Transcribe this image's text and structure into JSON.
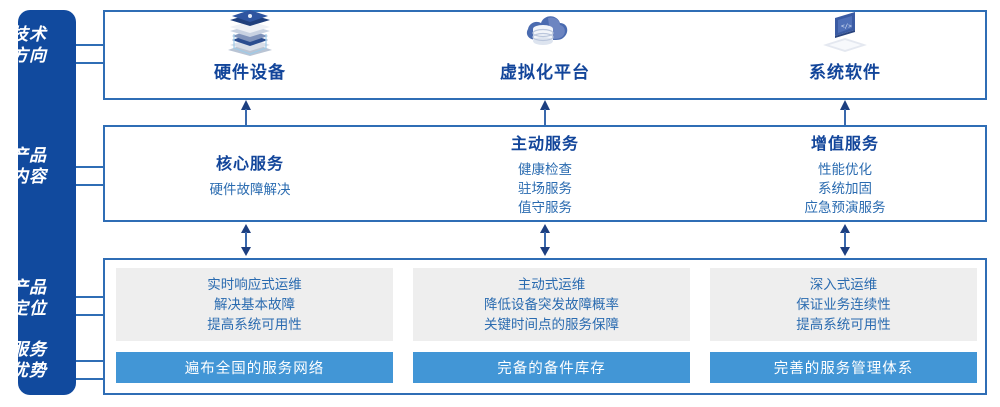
{
  "sidebar": {
    "color": "#114a9e",
    "items": [
      {
        "name": "tech-direction",
        "line1": "技术",
        "line2": "方向"
      },
      {
        "name": "product-content",
        "line1": "产品",
        "line2": "内容"
      },
      {
        "name": "product-positioning",
        "line1": "产品",
        "line2": "定位"
      },
      {
        "name": "service-advantage",
        "line1": "服务",
        "line2": "优势"
      }
    ]
  },
  "tech_row": {
    "items": [
      {
        "icon": "server-stack-icon",
        "label": "硬件设备"
      },
      {
        "icon": "cloud-database-icon",
        "label": "虚拟化平台"
      },
      {
        "icon": "laptop-code-icon",
        "label": "系统软件"
      }
    ]
  },
  "content_row": {
    "columns": [
      {
        "title": "核心服务",
        "items": [
          "硬件故障解决"
        ]
      },
      {
        "title": "主动服务",
        "items": [
          "健康检查",
          "驻场服务",
          "值守服务"
        ]
      },
      {
        "title": "增值服务",
        "items": [
          "性能优化",
          "系统加固",
          "应急预演服务"
        ]
      }
    ]
  },
  "positioning_row": {
    "cards": [
      {
        "lines": [
          "实时响应式运维",
          "解决基本故障",
          "提高系统可用性"
        ]
      },
      {
        "lines": [
          "主动式运维",
          "降低设备突发故障概率",
          "关键时间点的服务保障"
        ]
      },
      {
        "lines": [
          "深入式运维",
          "保证业务连续性",
          "提高系统可用性"
        ]
      }
    ]
  },
  "advantage_row": {
    "color": "#4296d6",
    "bars": [
      {
        "label": "遍布全国的服务网络"
      },
      {
        "label": "完备的备件库存"
      },
      {
        "label": "完善的服务管理体系"
      }
    ]
  },
  "colors": {
    "sidebar_blue": "#114a9e",
    "border_blue": "#2f6db5",
    "title_blue": "#12459a",
    "text_blue": "#2a6bb0",
    "bar_blue": "#4296d6",
    "card_gray": "#eeeeee"
  }
}
